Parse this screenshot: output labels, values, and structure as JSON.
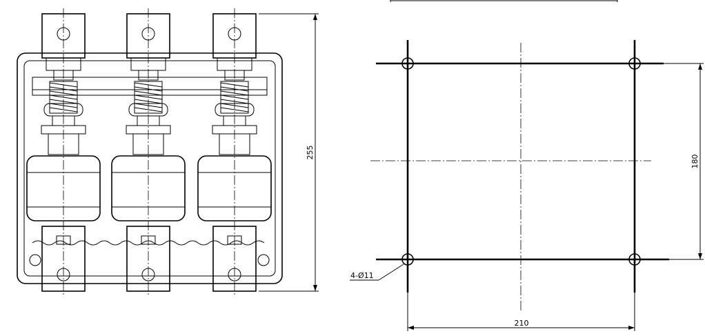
{
  "dimensions": {
    "overall_height": "255",
    "mount_height": "180",
    "mount_width": "210",
    "hole_callout": "4-Ø11"
  }
}
